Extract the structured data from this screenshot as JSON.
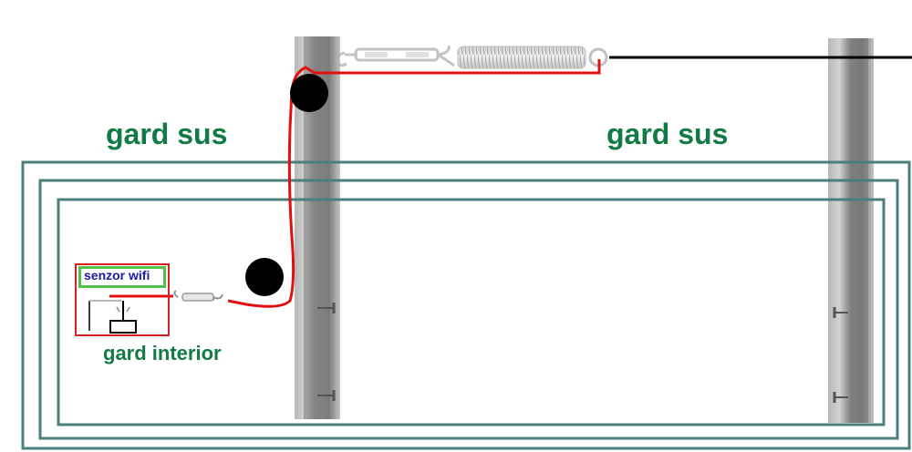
{
  "labels": {
    "fence_top_left": "gard sus",
    "fence_top_right": "gard sus",
    "interior_fence": "gard interior",
    "sensor": "senzor wifi"
  },
  "colors": {
    "fence_label": "#127a45",
    "sensor_label": "#1a1aa8",
    "sensor_box_border": "#4fc24a",
    "wire": "#e01010",
    "fence_lines": "#4a7f7e",
    "cable": "#000000",
    "pulley": "#000000",
    "post_light": "#c9c9c9",
    "post_dark": "#8a8a8a"
  },
  "components": [
    {
      "name": "left-post",
      "type": "wooden post"
    },
    {
      "name": "right-post",
      "type": "wooden post"
    },
    {
      "name": "turnbuckle-top",
      "type": "turnbuckle"
    },
    {
      "name": "tension-spring",
      "type": "spring"
    },
    {
      "name": "pulley-top",
      "type": "pulley"
    },
    {
      "name": "pulley-bottom",
      "type": "pulley"
    },
    {
      "name": "turnbuckle-bottom",
      "type": "turnbuckle"
    },
    {
      "name": "wifi-sensor",
      "type": "sensor"
    }
  ]
}
